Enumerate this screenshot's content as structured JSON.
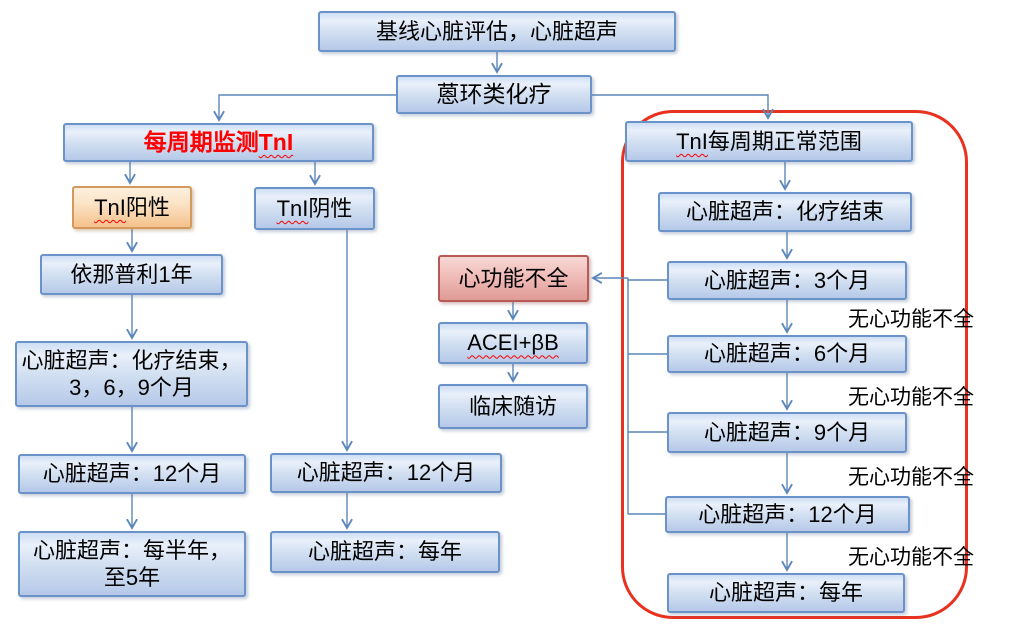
{
  "nodes": {
    "baseline": "基线心脏评估，心脏超声",
    "chemo": "蒽环类化疗",
    "monitor": {
      "prefix": "每周期监测",
      "tni": "TnI"
    },
    "tni_positive": {
      "tni": "TnI",
      "rest": "阳性"
    },
    "tni_negative": {
      "tni": "TnI",
      "rest": "阴性"
    },
    "enalapril": "依那普利1年",
    "echo_end_369": "心脏超声：化疗结束，\n3，6，9个月",
    "echo_12m_left": "心脏超声：12个月",
    "echo_semiannual": "心脏超声：每半年，\n至5年",
    "echo_12m_neg": "心脏超声：12个月",
    "echo_annual_neg": "心脏超声：每年",
    "dysfunction": "心功能不全",
    "acei_bb": "ACEI+βB",
    "follow_up": "临床随访",
    "normal_header": {
      "tni": "TnI",
      "rest": "每周期正常范围"
    },
    "echo_chemo_end": "心脏超声：化疗结束",
    "echo_3m": "心脏超声：3个月",
    "echo_6m": "心脏超声：6个月",
    "echo_9m": "心脏超声：9个月",
    "echo_12m_right": "心脏超声：12个月",
    "echo_annual_right": "心脏超声：每年",
    "no_dysfunction": "无心功能不全"
  },
  "colors": {
    "box_blue_border": "#6b92c9",
    "box_blue_fill_top": "#cfdff3",
    "box_blue_fill_bottom": "#b5c9e8",
    "box_orange_border": "#d39a5b",
    "box_pink_border": "#b55a55",
    "monitor_text_red": "#ff0000",
    "squiggle_red": "#ff0000",
    "connector_blue": "#5b87ba",
    "loop_outline_red": "#e8321f",
    "text_black": "#000000"
  }
}
